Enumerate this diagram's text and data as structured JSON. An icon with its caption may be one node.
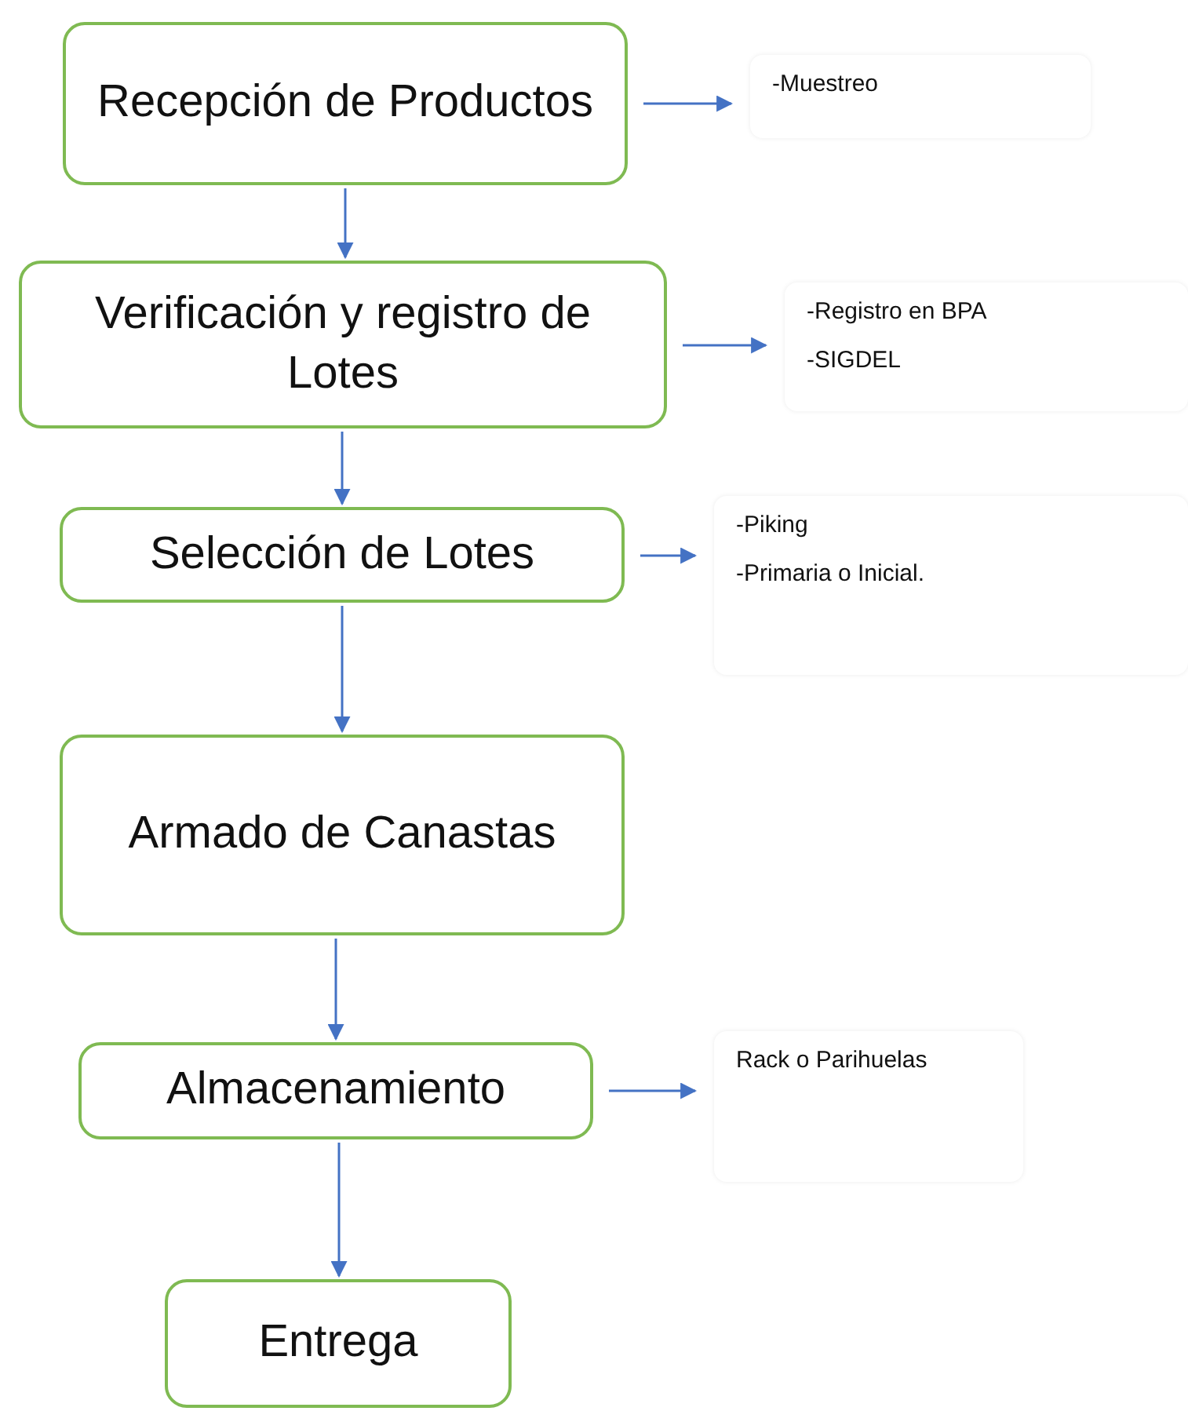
{
  "diagram": {
    "nodes": [
      {
        "text": [
          "Recepción de Productos"
        ]
      },
      {
        "text": [
          "-Muestreo"
        ]
      },
      {
        "text": [
          "Verificación y registro de Lotes"
        ]
      },
      {
        "text": [
          "-Registro en BPA",
          "-SIGDEL"
        ]
      },
      {
        "text": [
          "Selección de Lotes"
        ]
      },
      {
        "text": [
          "-Piking",
          "-Primaria o Inicial."
        ]
      },
      {
        "text": [
          "Armado de Canastas"
        ]
      },
      {
        "text": [
          "Almacenamiento"
        ]
      },
      {
        "text": [
          "Rack o Parihuelas"
        ]
      },
      {
        "text": [
          "Entrega"
        ]
      }
    ],
    "edges": [
      {
        "from": 0,
        "to": 2,
        "arrow": "to"
      },
      {
        "from": 2,
        "to": 4,
        "arrow": "to"
      },
      {
        "from": 4,
        "to": 6,
        "arrow": "to"
      },
      {
        "from": 6,
        "to": 7,
        "arrow": "to"
      },
      {
        "from": 7,
        "to": 9,
        "arrow": "to"
      },
      {
        "from": 0,
        "to": 1,
        "arrow": "to"
      },
      {
        "from": 2,
        "to": 3,
        "arrow": "to"
      },
      {
        "from": 4,
        "to": 5,
        "arrow": "to"
      },
      {
        "from": 7,
        "to": 8,
        "arrow": "to"
      }
    ]
  }
}
